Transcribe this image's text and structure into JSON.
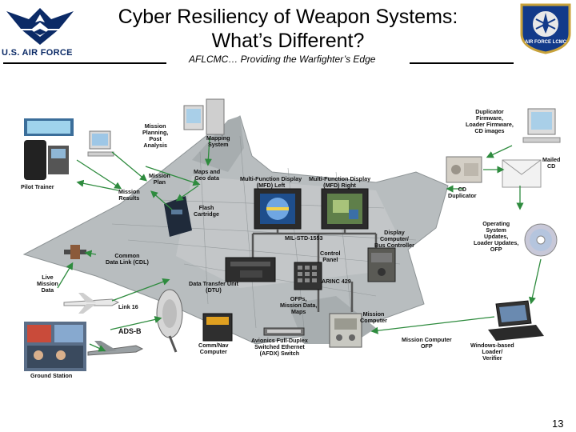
{
  "header": {
    "title_line1": "Cyber Resiliency of Weapon Systems:",
    "title_line2": "What’s Different?",
    "subtitle": "AFLCMC… Providing the Warfighter’s Edge",
    "usaf_wordmark": "U.S. AIR FORCE",
    "logo_left": "usaf-wings-icon",
    "logo_right": "aflcmc-emblem-icon",
    "seal_text": "AIR FORCE LCMC"
  },
  "diagram": {
    "labels": {
      "pilot_trainer": "Pilot Trainer",
      "mission_planning": "Mission\nPlanning,\nPost\nAnalysis",
      "mapping_system": "Mapping\nSystem",
      "mission_plan": "Mission\nPlan",
      "maps_geo": "Maps and\nGeo data",
      "mission_results": "Mission\nResults",
      "flash_cartridge": "Flash\nCartridge",
      "mfd_left": "Multi-Function Display\n(MFD) Left",
      "mfd_right": "Multi-Function Display\n(MFD) Right",
      "mil_std": "MIL-STD-1553",
      "display_computer": "Display\nComputer/\nBus Controller",
      "control_panel": "Control\nPanel",
      "arinc": "ARINC 429",
      "common_data_link": "Common\nData Link (CDL)",
      "live_mission_data": "Live\nMission\nData",
      "link16": "Link 16",
      "dtu": "Data Transfer Unit\n(DTU)",
      "ofps": "OFPs,\nMission Data,\nMaps",
      "mission_computer": "Mission\nComputer",
      "ads_b": "ADS-B",
      "comm_nav": "Comm/Nav\nComputer",
      "afdx": "Avionics Full-Duplex\nSwitched Ethernet\n(AFDX) Switch",
      "mc_ofp": "Mission Computer\nOFP",
      "ground_station": "Ground Station",
      "duplicator_firmware": "Duplicator\nFirmware,\nLoader Firmware,\nCD images",
      "mailed_cd": "Mailed\nCD",
      "cd_duplicator": "CD\nDuplicator",
      "os_updates": "Operating\nSystem\nUpdates,\nLoader Updates,\nOFP",
      "windows_loader": "Windows-based\nLoader/\nVerifier"
    }
  },
  "footer": {
    "page_number": "13"
  },
  "colors": {
    "title_text": "#000000",
    "usaf_blue": "#0b2a66",
    "arrow_green": "#2e8b3e",
    "bus_gray": "#555555",
    "aircraft_gray": "#9ea4a6"
  }
}
